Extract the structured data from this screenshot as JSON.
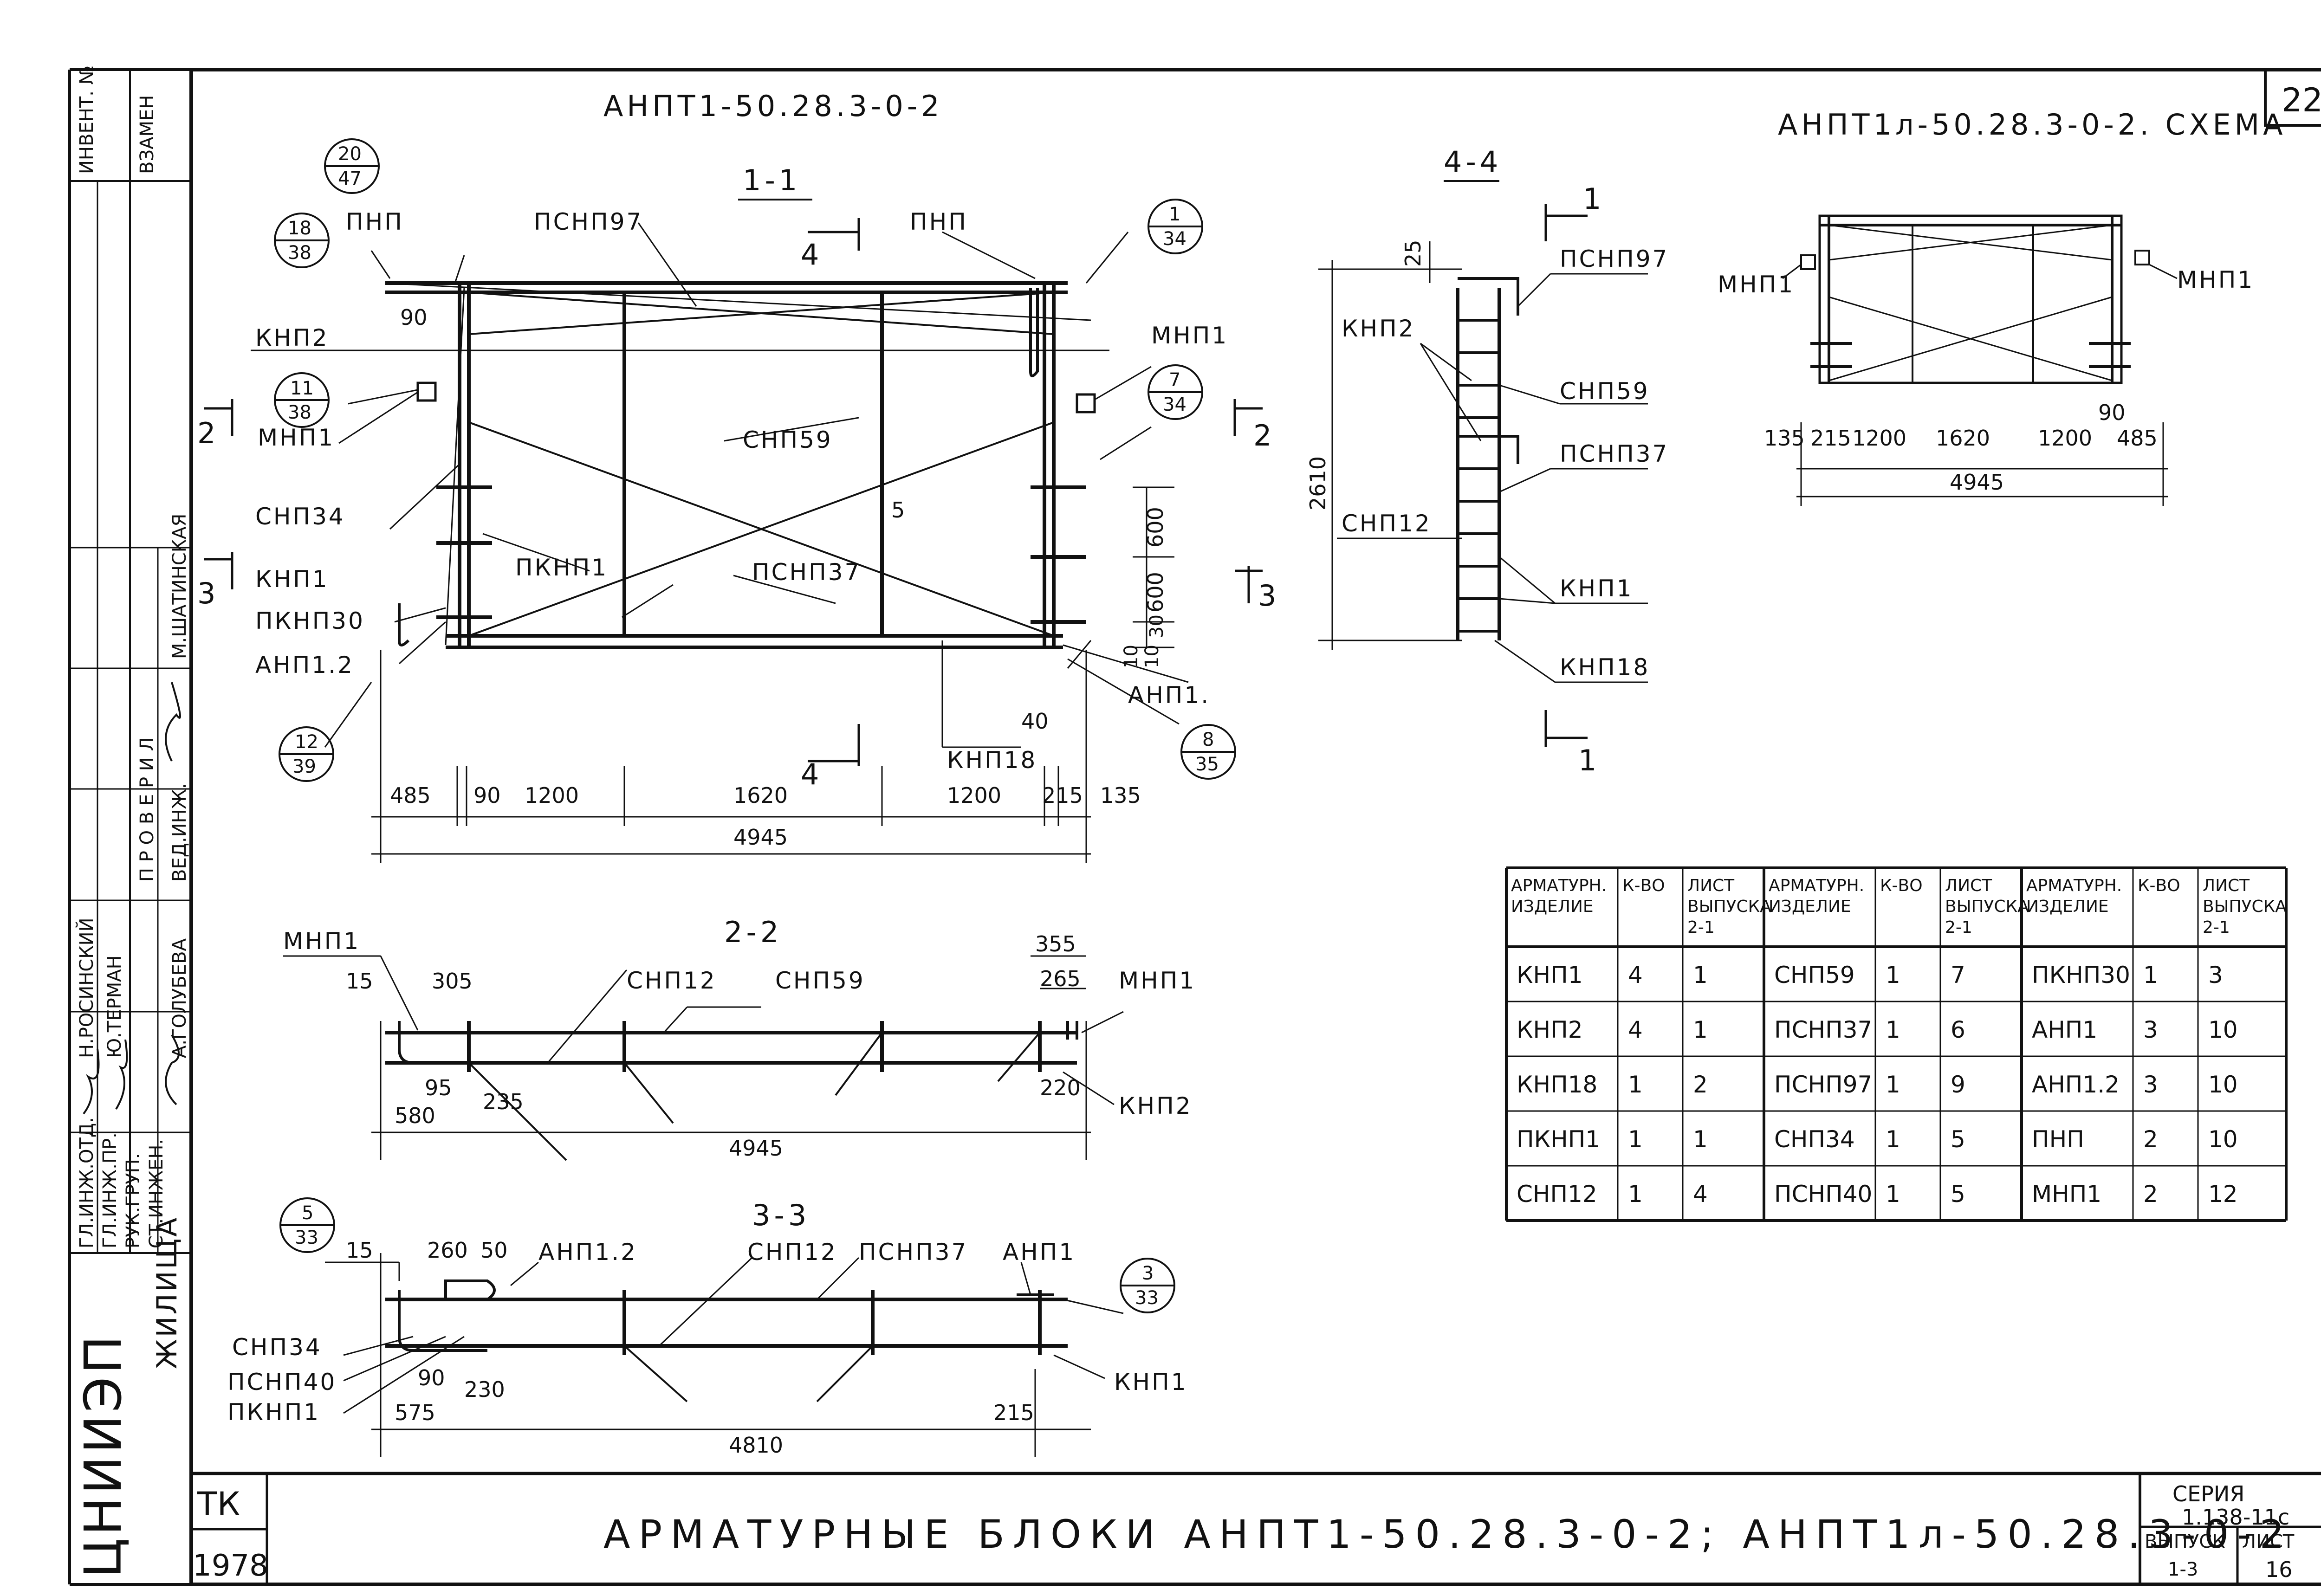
{
  "sheet": {
    "number": "22",
    "title_left": "АНПТ1-50.28.3-0-2",
    "title_right": "АНПТ1л-50.28.3-0-2. СХЕМА",
    "main_title": "АРМАТУРНЫЕ БЛОКИ АНПТ1-50.28.3-0-2; АНПТ1л-50.28.3-0-2",
    "tk": "ТК",
    "year": "1978",
    "series_label": "СЕРИЯ",
    "series": "1.138-11с",
    "vypusk_label": "ВЫПУСК",
    "vypusk": "1-3",
    "list_label": "ЛИСТ",
    "list": "16"
  },
  "stamp": {
    "invent": "ИНВЕНТ. №",
    "vzamen": "ВЗАМЕН",
    "proveril": "П Р О В Е Р И Л",
    "rows": [
      {
        "role": "ГЛ.ИНЖ.ОТД.",
        "name": "Н.РОСИНСКИЙ"
      },
      {
        "role": "ГЛ.ИНЖ.ПР.",
        "name": "Ю.ТЕРМАН"
      },
      {
        "role": "РУК.ГРУП.",
        "name": "А.ГОЛУБЕВА"
      },
      {
        "role": "СТ.ИНЖЕН.",
        "name": ""
      }
    ],
    "ved_inzh": "ВЕД.ИНЖ.",
    "shatinskaya": "М.ШАТИНСКАЯ",
    "org": "ЦНИИЭП",
    "org_suffix": "ЖИЛИЩА"
  },
  "view_1_1": {
    "title": "1-1",
    "labels": [
      "ПНП",
      "ПСНП97",
      "ПНП",
      "КНП2",
      "МНП1",
      "МНП1",
      "СНП59",
      "СНП34",
      "КНП1",
      "ПКНП1",
      "ПКНП30",
      "ПСНП37",
      "АНП1.2",
      "АНП1.",
      "КНП18"
    ],
    "callouts": [
      [
        "20",
        "47"
      ],
      [
        "18",
        "38"
      ],
      [
        "11",
        "38"
      ],
      [
        "1",
        "34"
      ],
      [
        "7",
        "34"
      ],
      [
        "12",
        "39"
      ],
      [
        "8",
        "35"
      ]
    ],
    "dims_bottom": [
      "485",
      "90",
      "1200",
      "1620",
      "1200",
      "215",
      "135"
    ],
    "total": "4945",
    "dim_v": [
      "600",
      "600",
      "30",
      "10",
      "10"
    ],
    "other": [
      "5",
      "90",
      "40"
    ],
    "sections": [
      "2",
      "2",
      "3",
      "3",
      "4",
      "4"
    ]
  },
  "view_2_2": {
    "title": "2-2",
    "labels": [
      "МНП1",
      "СНП12",
      "СНП59",
      "МНП1",
      "КНП2"
    ],
    "dims": [
      "15",
      "305",
      "355",
      "265",
      "95",
      "235",
      "580",
      "220"
    ],
    "total": "4945"
  },
  "view_3_3": {
    "title": "3-3",
    "labels": [
      "АНП1.2",
      "СНП12",
      "ПСНП37",
      "АНП1",
      "СНП34",
      "ПСНП40",
      "ПКНП1",
      "КНП1"
    ],
    "callouts": [
      [
        "5",
        "33"
      ],
      [
        "3",
        "33"
      ]
    ],
    "dims": [
      "15",
      "260",
      "50",
      "90",
      "230",
      "575",
      "215"
    ],
    "total": "4810"
  },
  "view_4_4": {
    "title": "4-4",
    "labels": [
      "ПСНП97",
      "КНП2",
      "СНП59",
      "ПСНП37",
      "СНП12",
      "КНП1",
      "КНП18"
    ],
    "dims": [
      "25",
      "2610"
    ],
    "sections": [
      "1",
      "1"
    ]
  },
  "schema": {
    "labels": [
      "МНП1",
      "МНП1"
    ],
    "dims": [
      "135",
      "215",
      "1200",
      "1620",
      "1200",
      "485",
      "90"
    ],
    "total": "4945"
  },
  "table": {
    "headers": [
      "АРМАТУРН. ИЗДЕЛИЕ",
      "К-ВО",
      "ЛИСТ ВЫПУСКА 2-1",
      "АРМАТУРН. ИЗДЕЛИЕ",
      "К-ВО",
      "ЛИСТ ВЫПУСКА 2-1",
      "АРМАТУРН. ИЗДЕЛИЕ",
      "К-ВО",
      "ЛИСТ ВЫПУСКА 2-1"
    ],
    "rows": [
      [
        "КНП1",
        "4",
        "1",
        "СНП59",
        "1",
        "7",
        "ПКНП30",
        "1",
        "3"
      ],
      [
        "КНП2",
        "4",
        "1",
        "ПСНП37",
        "1",
        "6",
        "АНП1",
        "3",
        "10"
      ],
      [
        "КНП18",
        "1",
        "2",
        "ПСНП97",
        "1",
        "9",
        "АНП1.2",
        "3",
        "10"
      ],
      [
        "ПКНП1",
        "1",
        "1",
        "СНП34",
        "1",
        "5",
        "ПНП",
        "2",
        "10"
      ],
      [
        "СНП12",
        "1",
        "4",
        "ПСНП40",
        "1",
        "5",
        "МНП1",
        "2",
        "12"
      ]
    ]
  }
}
